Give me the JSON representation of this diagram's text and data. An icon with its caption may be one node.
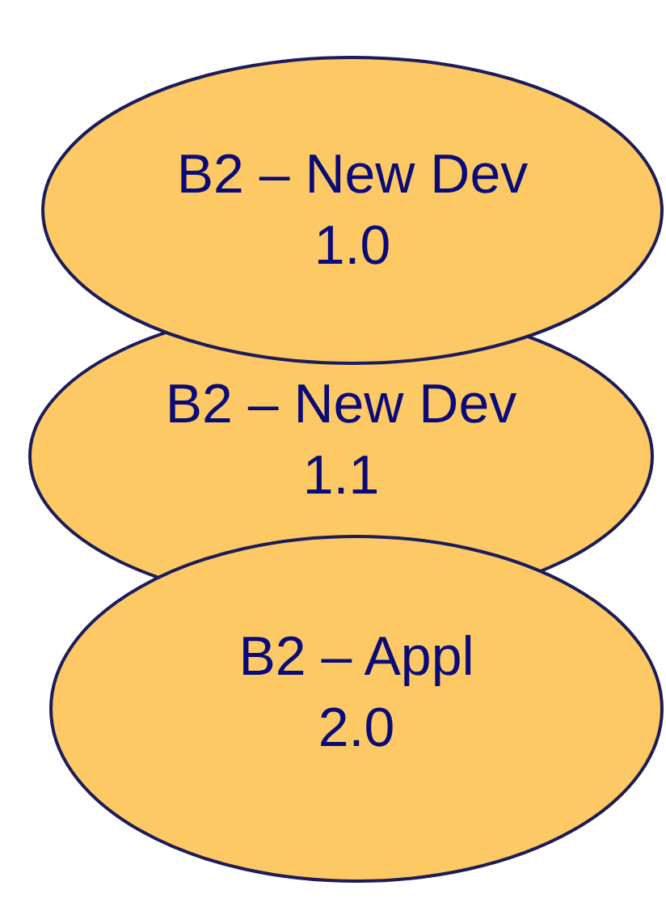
{
  "diagram": {
    "nodes": [
      {
        "text": [
          "B2 – New Dev 1.0"
        ]
      },
      {
        "text": [
          "B2 – New Dev 1.1"
        ]
      },
      {
        "text": [
          "B2 – Appl 2.0"
        ]
      }
    ]
  }
}
